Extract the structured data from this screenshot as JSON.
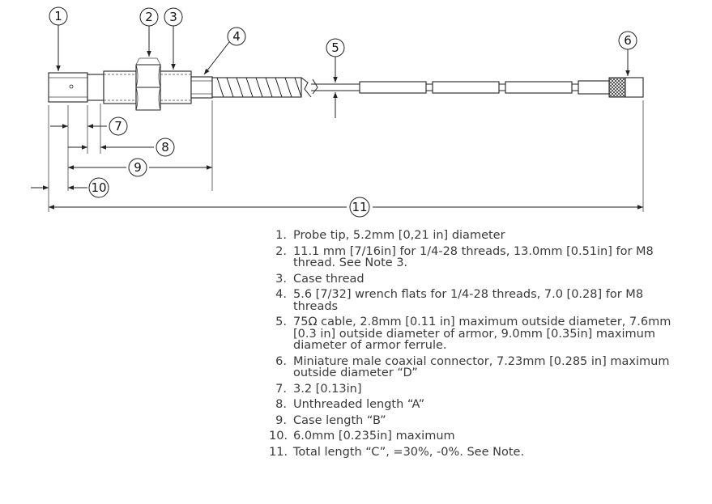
{
  "callouts": [
    "1",
    "2",
    "3",
    "4",
    "5",
    "6",
    "7",
    "8",
    "9",
    "10",
    "11"
  ],
  "notes": [
    {
      "num": "1.",
      "text": "Probe tip, 5.2mm [0,21 in] diameter"
    },
    {
      "num": "2.",
      "text": "11.1 mm [7/16in] for 1/4-28 threads, 13.0mm [0.51in] for M8 thread. See Note 3."
    },
    {
      "num": "3.",
      "text": "Case thread"
    },
    {
      "num": "4.",
      "text": "5.6 [7/32] wrench flats for 1/4-28 threads, 7.0 [0.28] for M8 threads"
    },
    {
      "num": "5.",
      "text": "75Ω cable, 2.8mm [0.11 in] maximum outside diameter, 7.6mm [0.3 in] outside diameter of armor, 9.0mm [0.35in] maximum diameter of armor ferrule."
    },
    {
      "num": "6.",
      "text": "Miniature male coaxial connector, 7.23mm [0.285 in] maximum outside diameter “D”"
    },
    {
      "num": "7.",
      "text": "3.2 [0.13in]"
    },
    {
      "num": "8.",
      "text": "Unthreaded length “A”"
    },
    {
      "num": "9.",
      "text": "Case length “B”"
    },
    {
      "num": "10.",
      "text": "6.0mm [0.235in] maximum"
    },
    {
      "num": "11.",
      "text": "Total length “C”, =30%, -0%. See Note."
    }
  ]
}
